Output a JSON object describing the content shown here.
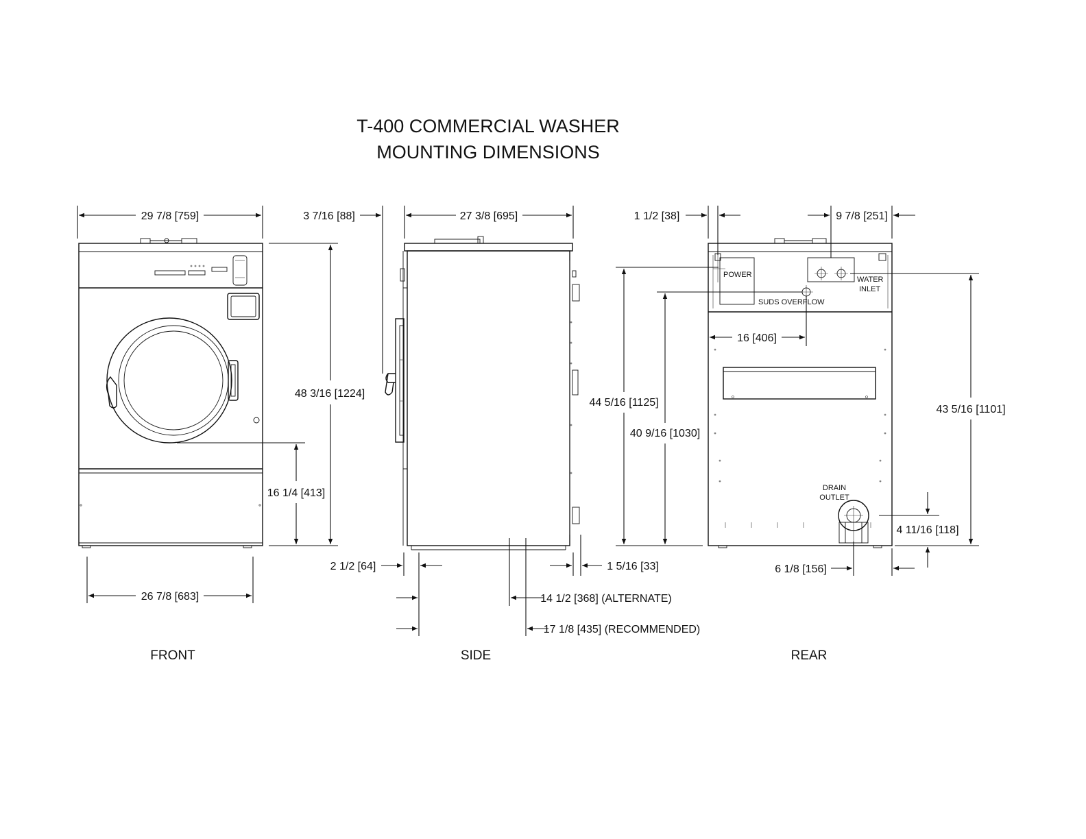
{
  "title": {
    "line1": "T-400 COMMERCIAL WASHER",
    "line2": "MOUNTING DIMENSIONS"
  },
  "views": {
    "front": "FRONT",
    "side": "SIDE",
    "rear": "REAR"
  },
  "front_dims": {
    "overall_width": "29 7/8 [759]",
    "base_width": "26 7/8 [683]",
    "overall_height": "48 3/16 [1224]",
    "door_center_height": "16 1/4 [413]"
  },
  "side_dims": {
    "front_offset": "3 7/16 [88]",
    "depth": "27 3/8 [695]",
    "front_foot_offset": "2 1/2 [64]",
    "rear_foot_offset": "1 5/16 [33]",
    "alternate": "14 1/2 [368] (ALTERNATE)",
    "recommended": "17 1/8 [435] (RECOMMENDED)"
  },
  "rear_dims": {
    "edge_offset": "1 1/2 [38]",
    "inlet_offset": "9 7/8 [251]",
    "power_height": "44 5/16 [1125]",
    "suds_height": "40 9/16 [1030]",
    "suds_offset": "16 [406]",
    "inlet_height": "43 5/16 [1101]",
    "drain_height": "4 11/16 [118]",
    "drain_offset": "6 1/8 [156]"
  },
  "rear_labels": {
    "power": "POWER",
    "suds_overflow": "SUDS OVERFLOW",
    "water": "WATER",
    "inlet": "INLET",
    "drain": "DRAIN",
    "outlet": "OUTLET"
  }
}
